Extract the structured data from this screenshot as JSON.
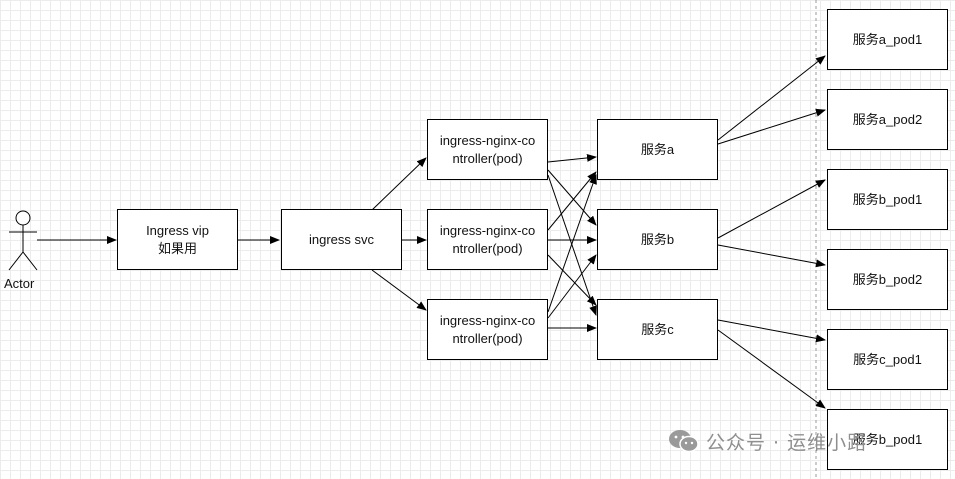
{
  "actor": {
    "label": "Actor"
  },
  "nodes": {
    "ingress_vip": {
      "line1": "Ingress vip",
      "line2": "如果用"
    },
    "ingress_svc": {
      "label": "ingress svc"
    },
    "controller_1": {
      "line1": "ingress-nginx-co",
      "line2": "ntroller(pod)"
    },
    "controller_2": {
      "line1": "ingress-nginx-co",
      "line2": "ntroller(pod)"
    },
    "controller_3": {
      "line1": "ingress-nginx-co",
      "line2": "ntroller(pod)"
    },
    "service_a": {
      "label": "服务a"
    },
    "service_b": {
      "label": "服务b"
    },
    "service_c": {
      "label": "服务c"
    },
    "pod_a1": {
      "label": "服务a_pod1"
    },
    "pod_a2": {
      "label": "服务a_pod2"
    },
    "pod_b1": {
      "label": "服务b_pod1"
    },
    "pod_b2": {
      "label": "服务b_pod2"
    },
    "pod_c1": {
      "label": "服务c_pod1"
    },
    "pod_b1_extra": {
      "label": "服务b_pod1"
    }
  },
  "watermark": {
    "text": "公众号 · 运维小路",
    "icon": "wechat-icon"
  },
  "colors": {
    "stroke": "#000000",
    "grid": "#ececec",
    "watermark": "#8f8f8f"
  }
}
